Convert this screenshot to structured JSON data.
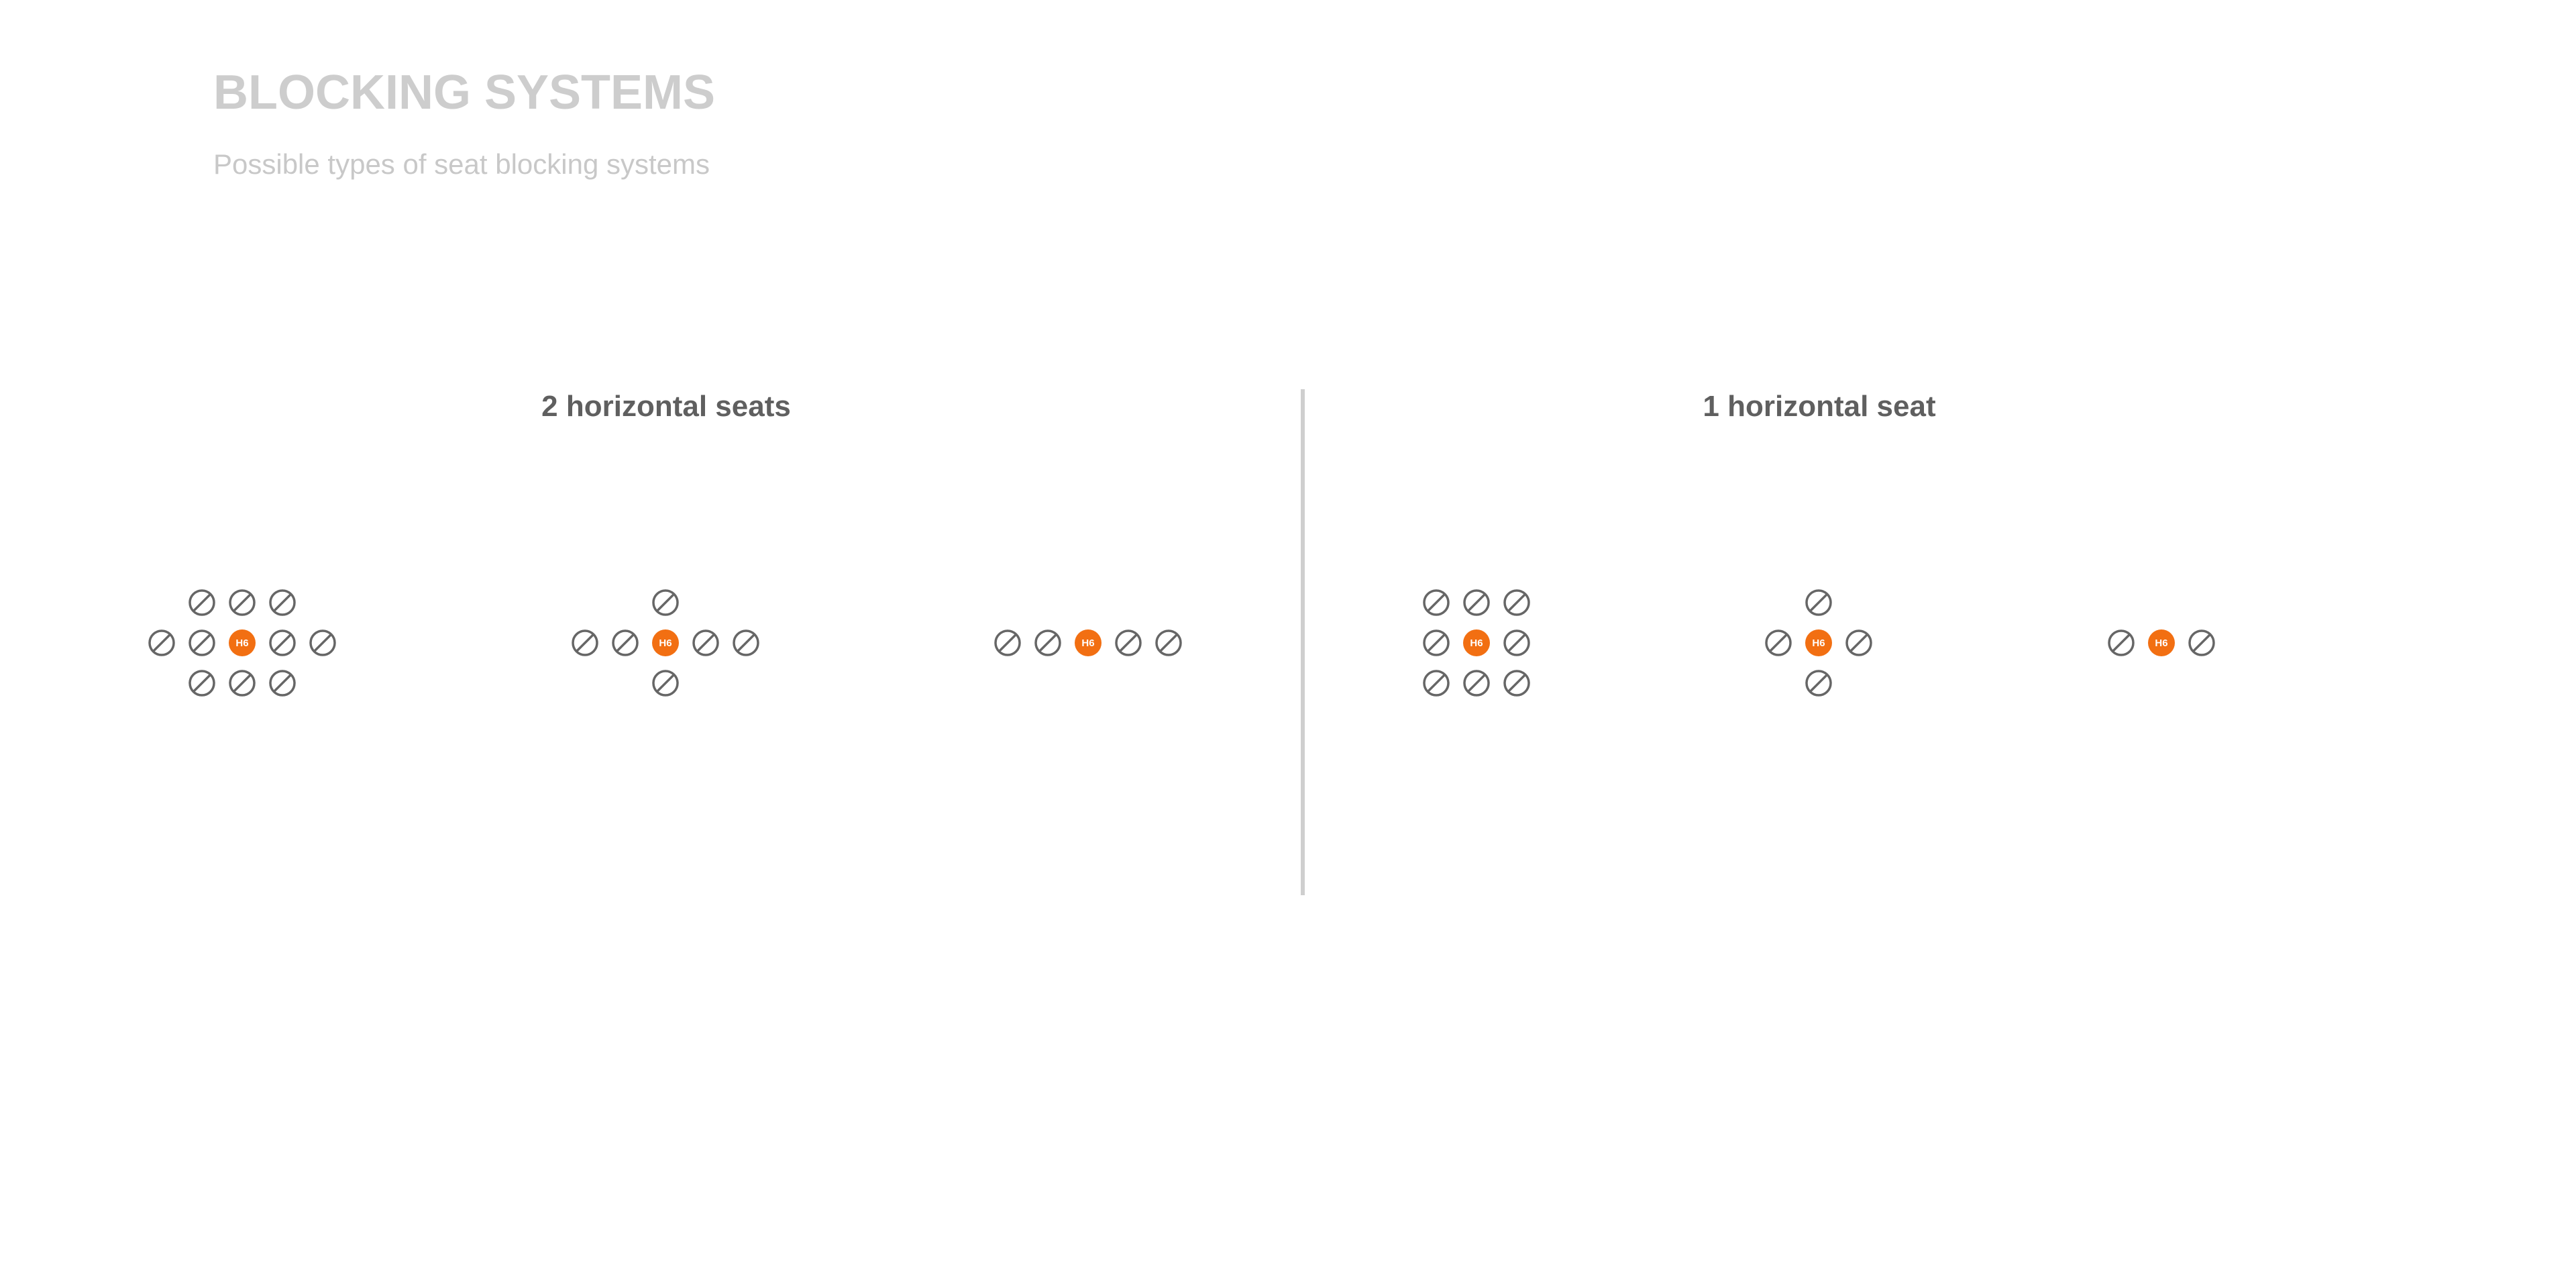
{
  "header": {
    "title": "BLOCKING SYSTEMS",
    "subtitle": "Possible types of seat blocking systems"
  },
  "sections": [
    {
      "title": "2 horizontal seats",
      "patterns": [
        {
          "rows": [
            [
              false,
              true,
              true,
              true,
              false
            ],
            [
              true,
              true,
              "selected",
              true,
              true
            ],
            [
              false,
              true,
              true,
              true,
              false
            ]
          ]
        },
        {
          "rows": [
            [
              false,
              false,
              true,
              false,
              false
            ],
            [
              true,
              true,
              "selected",
              true,
              true
            ],
            [
              false,
              false,
              true,
              false,
              false
            ]
          ]
        },
        {
          "rows": [
            [
              true,
              true,
              "selected",
              true,
              true
            ]
          ]
        }
      ]
    },
    {
      "title": "1 horizontal seat",
      "patterns": [
        {
          "rows": [
            [
              true,
              true,
              true
            ],
            [
              true,
              "selected",
              true
            ],
            [
              true,
              true,
              true
            ]
          ]
        },
        {
          "rows": [
            [
              false,
              true,
              false
            ],
            [
              true,
              "selected",
              true
            ],
            [
              false,
              true,
              false
            ]
          ]
        },
        {
          "rows": [
            [
              true,
              "selected",
              true
            ]
          ]
        }
      ]
    }
  ],
  "seat": {
    "selected_label": "H6",
    "selected_color": "#f26f12",
    "blocked_icon": "blocked-seat-icon",
    "blocked_color": "#666666"
  }
}
